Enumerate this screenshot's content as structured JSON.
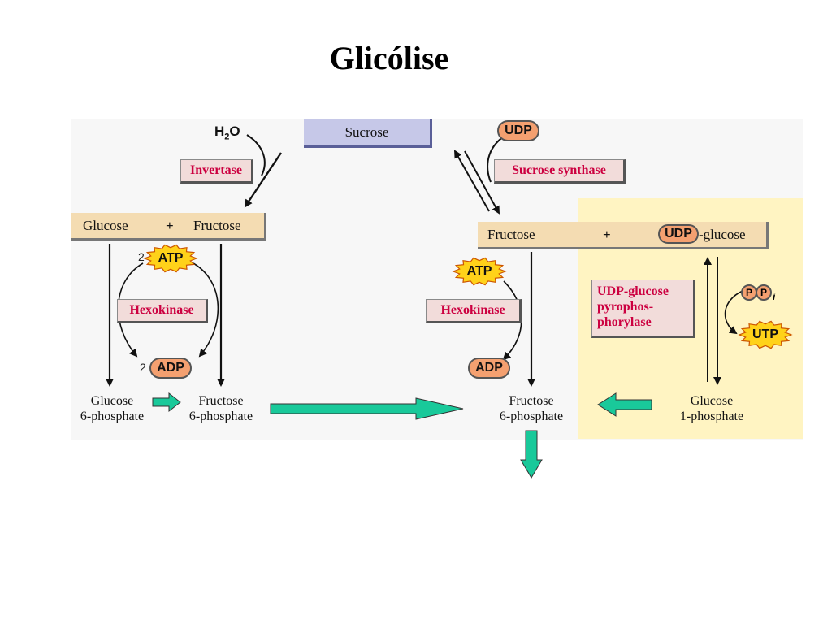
{
  "title": "Glicólise",
  "sucrose": "Sucrose",
  "water": {
    "h": "H",
    "sub": "2",
    "o": "O"
  },
  "enzymes": {
    "invertase": "Invertase",
    "sucrose_synthase": "Sucrose synthase",
    "hexokinase_left": "Hexokinase",
    "hexokinase_right": "Hexokinase",
    "udp_glucose_pyrophosphorylase": [
      "UDP-glucose",
      "pyrophos-",
      "phorylase"
    ]
  },
  "left_row": {
    "glucose": "Glucose",
    "plus": "+",
    "fructose": "Fructose"
  },
  "right_row": {
    "fructose": "Fructose",
    "plus": "+",
    "udp": "UDP",
    "glucose_suffix": "-glucose"
  },
  "cofactors": {
    "udp_top": "UDP",
    "atp_left": "ATP",
    "atp_left_coef": "2",
    "adp_left": "ADP",
    "adp_left_coef": "2",
    "atp_right": "ATP",
    "adp_right": "ADP",
    "utp": "UTP",
    "p1": "P",
    "p2": "P",
    "pi_sub": "i"
  },
  "products": {
    "glucose6p": [
      "Glucose",
      "6-phosphate"
    ],
    "fructose6p_left": [
      "Fructose",
      "6-phosphate"
    ],
    "fructose6p_right": [
      "Fructose",
      "6-phosphate"
    ],
    "glucose1p": [
      "Glucose",
      "1-phosphate"
    ]
  },
  "colors": {
    "green_arrow": "#19c99a",
    "pill": "#f4a070",
    "atp_star": "#ffd21a",
    "enzyme_text": "#cc0040"
  }
}
